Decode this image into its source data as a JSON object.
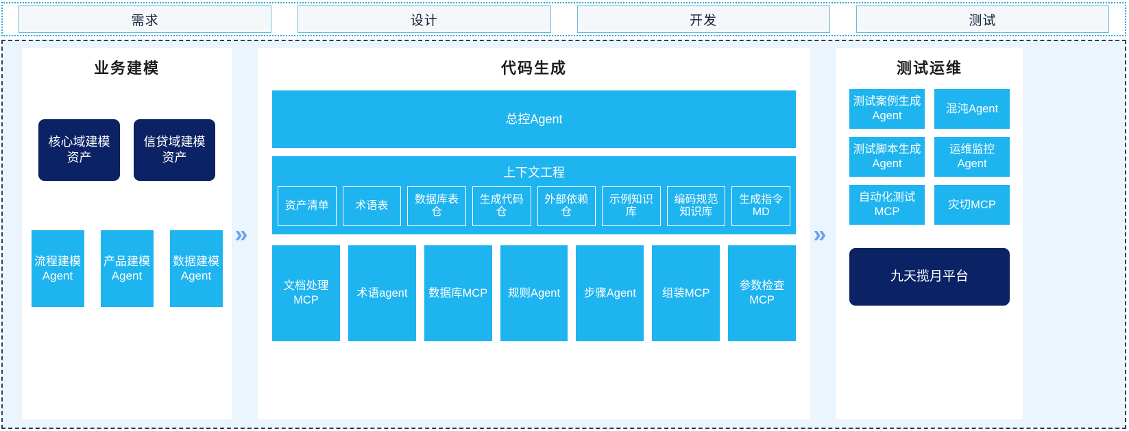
{
  "phases": {
    "items": [
      {
        "label": "需求"
      },
      {
        "label": "设计"
      },
      {
        "label": "开发"
      },
      {
        "label": "测试"
      }
    ]
  },
  "connectors": {
    "left_chevron": "»",
    "right_chevron": "»"
  },
  "colors": {
    "accent_blue": "#1eb4ef",
    "navy": "#0b2264",
    "panel_bg": "#eaf5fd",
    "chevron": "#6f9fef",
    "phase_border": "#6fb8d6",
    "phase_fill": "#f4f8fb"
  },
  "left_panel": {
    "title": "业务建模",
    "assets": [
      {
        "label": "核心域建模资产"
      },
      {
        "label": "信贷域建模资产"
      }
    ],
    "agents": [
      {
        "label": "流程建模Agent"
      },
      {
        "label": "产品建模Agent"
      },
      {
        "label": "数据建模Agent"
      }
    ]
  },
  "center_panel": {
    "title": "代码生成",
    "controller": {
      "label": "总控Agent"
    },
    "context": {
      "title": "上下文工程",
      "items": [
        {
          "label": "资产清单"
        },
        {
          "label": "术语表"
        },
        {
          "label": "数据库表仓"
        },
        {
          "label": "生成代码仓"
        },
        {
          "label": "外部依赖仓"
        },
        {
          "label": "示例知识库"
        },
        {
          "label": "编码规范知识库"
        },
        {
          "label": "生成指令MD"
        }
      ]
    },
    "tools": [
      {
        "label": "文档处理MCP"
      },
      {
        "label": "术语agent"
      },
      {
        "label": "数据库MCP"
      },
      {
        "label": "规则Agent"
      },
      {
        "label": "步骤Agent"
      },
      {
        "label": "组装MCP"
      },
      {
        "label": "参数检查MCP"
      }
    ]
  },
  "right_panel": {
    "title": "测试运维",
    "items": [
      {
        "label": "测试案例生成Agent"
      },
      {
        "label": "混沌Agent"
      },
      {
        "label": "测试脚本生成Agent"
      },
      {
        "label": "运维监控Agent"
      },
      {
        "label": "自动化测试MCP"
      },
      {
        "label": "灾切MCP"
      }
    ],
    "platform": {
      "label": "九天揽月平台"
    }
  }
}
